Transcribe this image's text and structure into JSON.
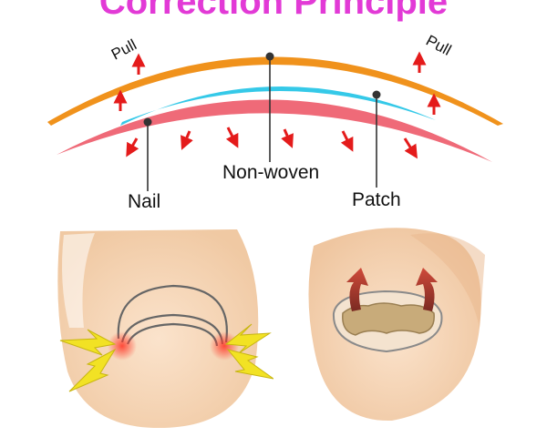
{
  "title": "Correction Principle",
  "top_diagram": {
    "pull_left": "Pull",
    "pull_right": "Pull",
    "label_nail": "Nail",
    "label_nonwoven": "Non-woven",
    "label_patch": "Patch"
  },
  "colors": {
    "title": "#e23ad6",
    "nonwoven_layer": "#f0921c",
    "patch_layer": "#35c9e8",
    "nail_layer": "#ef6a78",
    "arrow_red": "#e41b1b",
    "skin": "#f6d7b8",
    "pain_flash": "#f2e224",
    "patch_tan": "#c8ab7a"
  },
  "bottom_panels": {
    "left": {
      "state": "ingrown-nail-pain"
    },
    "right": {
      "state": "nail-lifted-by-patch"
    }
  }
}
